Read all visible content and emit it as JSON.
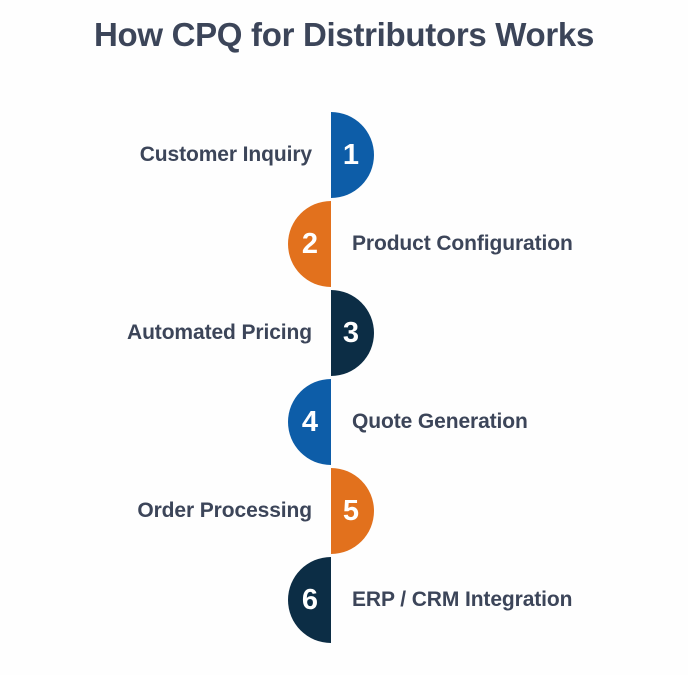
{
  "page": {
    "title": "How CPQ for Distributors Works",
    "background_color": "#fefefe",
    "title_color": "#3c4559",
    "label_color": "#3c4559",
    "number_color": "#ffffff"
  },
  "palette": {
    "blue": "#0d5da8",
    "orange": "#e2711d",
    "navy": "#0c2d45"
  },
  "diagram": {
    "type": "vertical-zigzag-process",
    "step_count": 6,
    "steps": [
      {
        "number": "1",
        "label": "Customer Inquiry",
        "color": "#0d5da8",
        "color_name": "blue",
        "side": "right",
        "label_side": "left"
      },
      {
        "number": "2",
        "label": "Product Configuration",
        "color": "#e2711d",
        "color_name": "orange",
        "side": "left",
        "label_side": "right"
      },
      {
        "number": "3",
        "label": "Automated Pricing",
        "color": "#0c2d45",
        "color_name": "navy",
        "side": "right",
        "label_side": "left"
      },
      {
        "number": "4",
        "label": "Quote Generation",
        "color": "#0d5da8",
        "color_name": "blue",
        "side": "left",
        "label_side": "right"
      },
      {
        "number": "5",
        "label": "Order Processing",
        "color": "#e2711d",
        "color_name": "orange",
        "side": "right",
        "label_side": "left"
      },
      {
        "number": "6",
        "label": "ERP / CRM Integration",
        "color": "#0c2d45",
        "color_name": "navy",
        "side": "left",
        "label_side": "right"
      }
    ]
  }
}
